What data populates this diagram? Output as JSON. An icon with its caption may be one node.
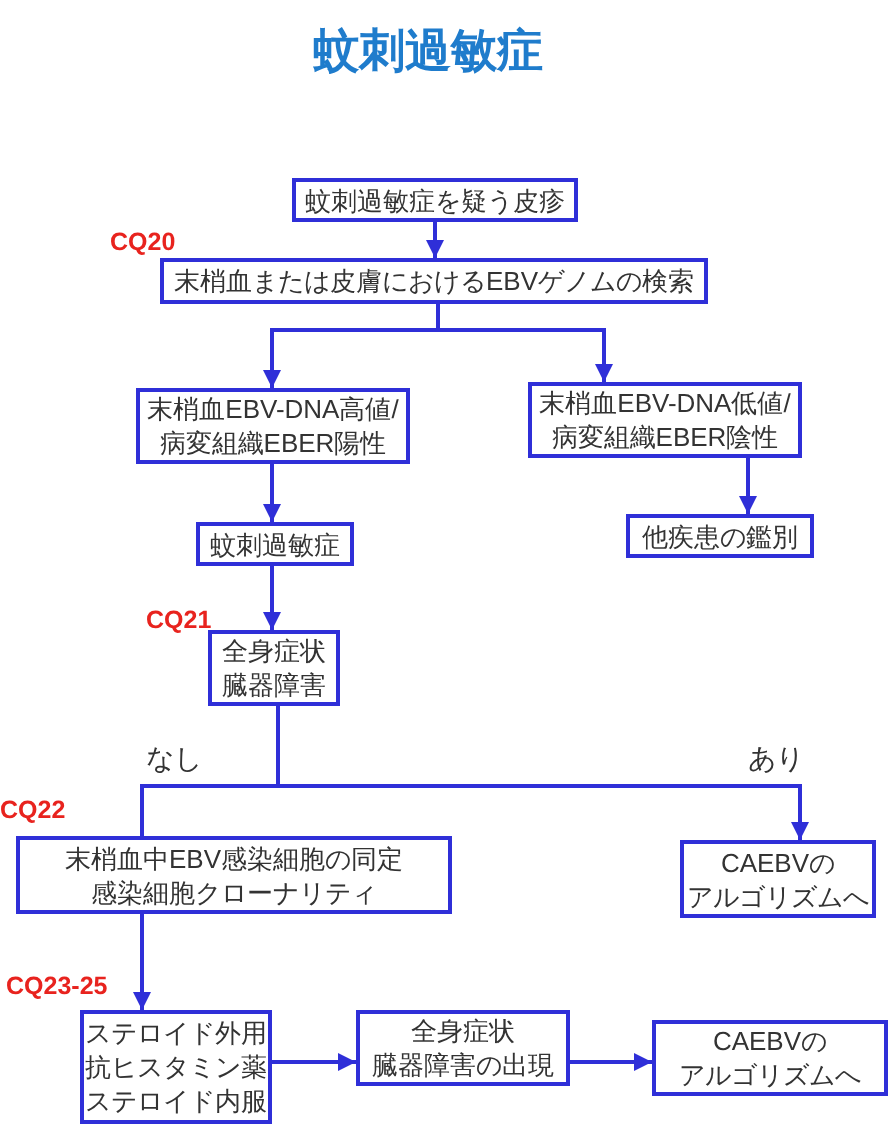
{
  "diagram": {
    "title": "蚊刺過敏症",
    "nodes": [
      {
        "text": [
          "蚊刺過敏症を疑う皮疹"
        ]
      },
      {
        "text": [
          "末梢血または皮膚におけるEBVゲノムの検索"
        ]
      },
      {
        "text": [
          "末梢血EBV-DNA高値/病変組織EBER陽性"
        ]
      },
      {
        "text": [
          "末梢血EBV-DNA低値/病変組織EBER陰性"
        ]
      },
      {
        "text": [
          "蚊刺過敏症"
        ]
      },
      {
        "text": [
          "他疾患の鑑別"
        ]
      },
      {
        "text": [
          "全身症状臓器障害"
        ]
      },
      {
        "text": [
          "末梢血中EBV感染細胞の同定感染細胞クローナリティ"
        ]
      },
      {
        "text": [
          "CAEBVのアルゴリズムへ"
        ]
      },
      {
        "text": [
          "ステロイド外用抗ヒスタミン薬ステロイド内服"
        ]
      },
      {
        "text": [
          "全身症状臓器障害の出現"
        ]
      },
      {
        "text": [
          "CAEBVのアルゴリズムへ"
        ]
      }
    ],
    "edges": [
      {
        "from": 0,
        "to": 1,
        "arrow": "to"
      },
      {
        "from": 1,
        "to": 2,
        "arrow": "to"
      },
      {
        "from": 1,
        "to": 3,
        "arrow": "to"
      },
      {
        "from": 2,
        "to": 4,
        "arrow": "to"
      },
      {
        "from": 3,
        "to": 5,
        "arrow": "to"
      },
      {
        "from": 4,
        "to": 6,
        "arrow": "to"
      },
      {
        "from": 6,
        "to": 7,
        "arrow": "none",
        "label": "なし"
      },
      {
        "from": 6,
        "to": 8,
        "arrow": "to",
        "label": "あり"
      },
      {
        "from": 7,
        "to": 9,
        "arrow": "to"
      },
      {
        "from": 9,
        "to": 10,
        "arrow": "to"
      },
      {
        "from": 10,
        "to": 11,
        "arrow": "to"
      }
    ],
    "labels": [
      "CQ20",
      "CQ21",
      "CQ22",
      "CQ23-25"
    ]
  }
}
